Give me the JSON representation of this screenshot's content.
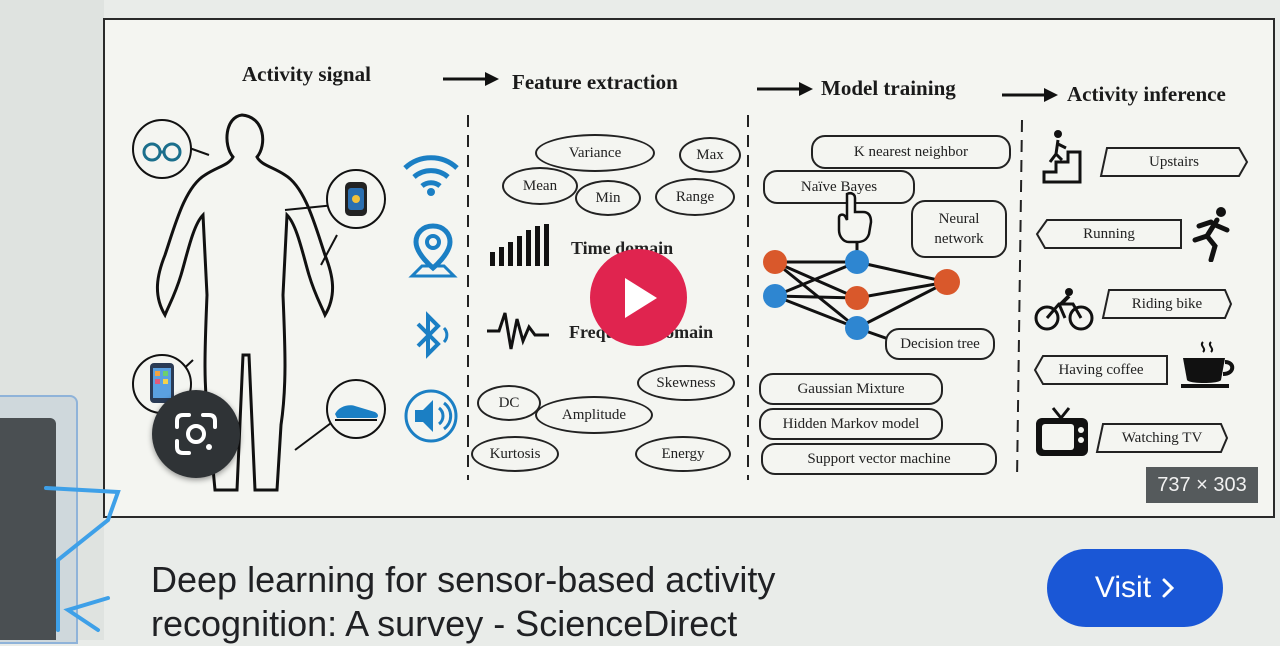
{
  "figure": {
    "stages": [
      "Activity signal",
      "Feature extraction",
      "Model training",
      "Activity inference"
    ],
    "features_top": [
      "Variance",
      "Max",
      "Mean",
      "Min",
      "Range"
    ],
    "time_domain": "Time domain",
    "frequency_domain": "Frequency domain",
    "features_bottom": [
      "Skewness",
      "DC",
      "Amplitude",
      "Kurtosis",
      "Energy"
    ],
    "models": [
      "K nearest neighbor",
      "Naïve Bayes",
      "Neural network",
      "Decision tree",
      "Gaussian Mixture",
      "Hidden Markov model",
      "Support vector machine"
    ],
    "activities": [
      "Upstairs",
      "Running",
      "Riding bike",
      "Having coffee",
      "Watching TV"
    ]
  },
  "image_size": "737 × 303",
  "result": {
    "title": "Deep learning for sensor-based activity recognition: A survey - ScienceDirect",
    "visit_label": "Visit"
  },
  "colors": {
    "play": "#e0244f",
    "visit": "#1a57d6",
    "sensor_blue": "#1b7fc4"
  }
}
